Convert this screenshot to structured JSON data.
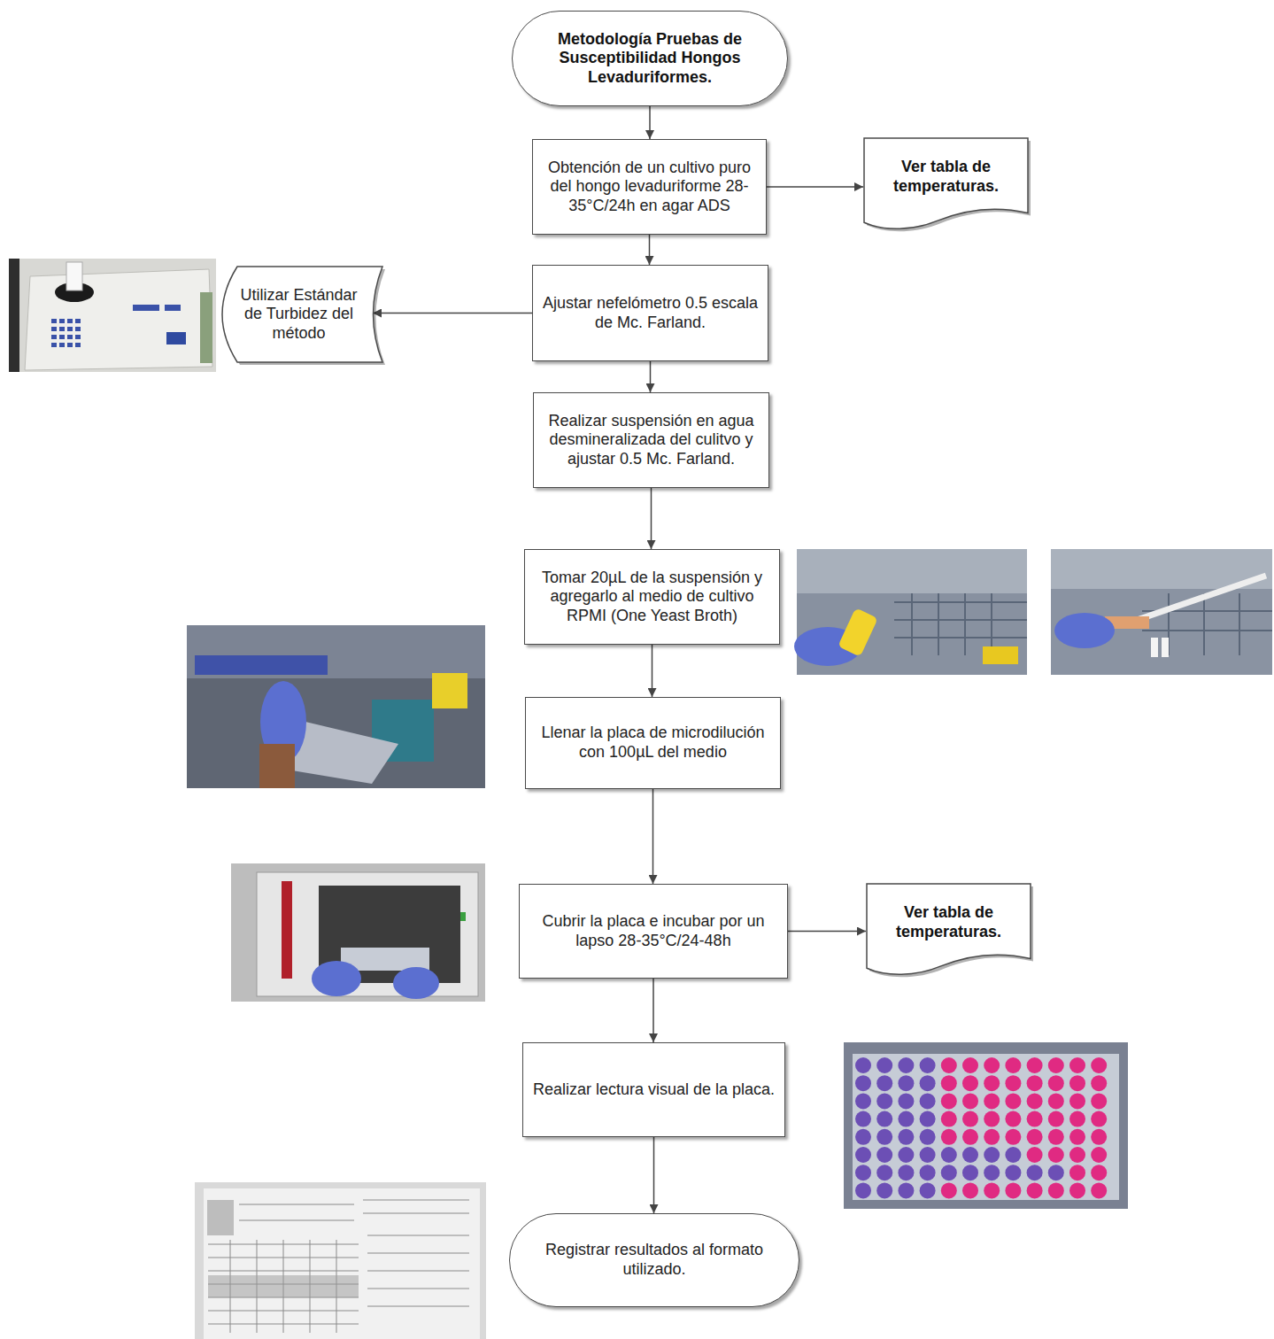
{
  "diagram": {
    "nodes": [
      {
        "text": [
          "Metodología Pruebas de Susceptibilidad Hongos Levaduriformes."
        ]
      },
      {
        "text": [
          "Obtención de un cultivo puro del hongo levaduriforme 28-35°C/24h en agar ADS"
        ]
      },
      {
        "text": [
          "Ver tabla de temperaturas."
        ]
      },
      {
        "text": [
          "Utilizar Estándar de Turbidez del método"
        ]
      },
      {
        "text": [
          "Ajustar nefelómetro 0.5 escala de Mc. Farland."
        ]
      },
      {
        "text": [
          "Realizar suspensión en agua desmineralizada del culitvo y ajustar 0.5 Mc. Farland."
        ]
      },
      {
        "text": [
          "Tomar 20µL de la suspensión y agregarlo al medio de cultivo RPMI (One Yeast Broth)"
        ]
      },
      {
        "text": [
          "Llenar la placa de microdilución con 100µL del medio"
        ]
      },
      {
        "text": [
          "Cubrir la placa e incubar por un lapso 28-35°C/24-48h"
        ]
      },
      {
        "text": [
          "Ver tabla de temperaturas."
        ]
      },
      {
        "text": [
          "Realizar lectura visual de la placa."
        ]
      },
      {
        "text": [
          "Registrar resultados al formato utilizado."
        ]
      }
    ],
    "edges": [
      {
        "from": 0,
        "to": 1,
        "arrow": "to"
      },
      {
        "from": 1,
        "to": 2,
        "arrow": "to"
      },
      {
        "from": 1,
        "to": 4,
        "arrow": "to"
      },
      {
        "from": 4,
        "to": 3,
        "arrow": "to"
      },
      {
        "from": 4,
        "to": 5,
        "arrow": "to"
      },
      {
        "from": 5,
        "to": 6,
        "arrow": "to"
      },
      {
        "from": 6,
        "to": 7,
        "arrow": "to"
      },
      {
        "from": 7,
        "to": 8,
        "arrow": "to"
      },
      {
        "from": 8,
        "to": 9,
        "arrow": "to"
      },
      {
        "from": 8,
        "to": 10,
        "arrow": "to"
      },
      {
        "from": 10,
        "to": 11,
        "arrow": "to"
      }
    ]
  }
}
